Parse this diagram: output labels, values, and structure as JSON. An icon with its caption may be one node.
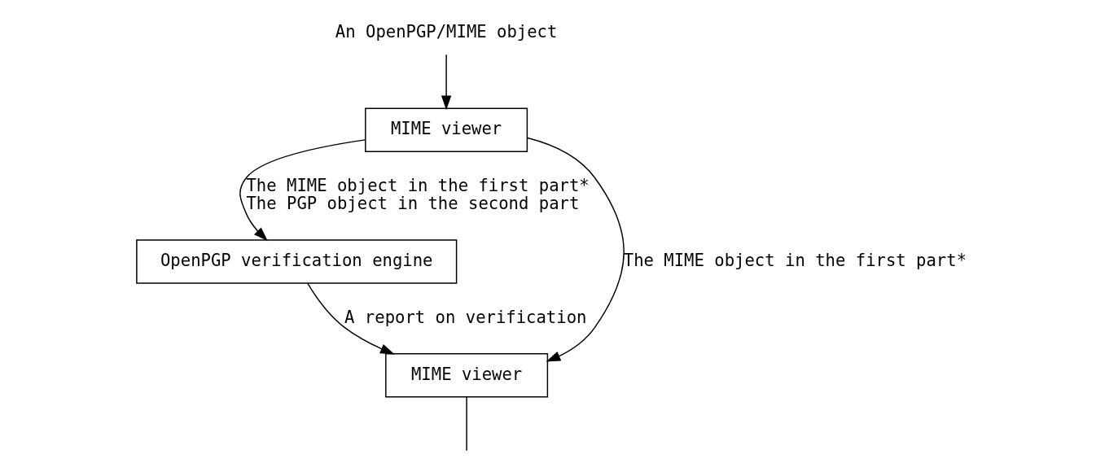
{
  "diagram": {
    "nodes": [
      {
        "text": [
          "An OpenPGP/MIME object"
        ]
      },
      {
        "text": [
          "MIME viewer"
        ]
      },
      {
        "text": [
          "OpenPGP verification engine"
        ]
      },
      {
        "text": [
          "MIME viewer"
        ]
      }
    ],
    "edges": [
      {
        "from": 0,
        "to": 1,
        "arrow": "to"
      },
      {
        "from": 1,
        "to": 2,
        "arrow": "to",
        "label": "The MIME object in the first part* The PGP object in the second part"
      },
      {
        "from": 1,
        "to": 3,
        "arrow": "to",
        "label": "The MIME object in the first part*"
      },
      {
        "from": 2,
        "to": 3,
        "arrow": "to",
        "label": "A report on verification"
      },
      {
        "from": 3,
        "to": null,
        "arrow": "none"
      }
    ]
  }
}
